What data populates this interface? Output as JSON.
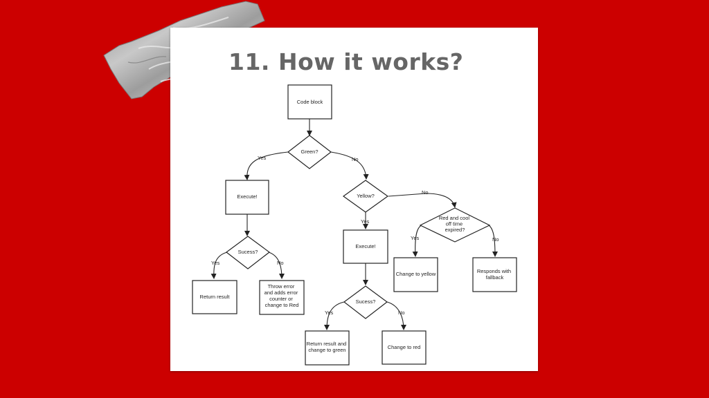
{
  "slide": {
    "title": "11. How it works?",
    "background_color": "#cc0000",
    "title_color": "#666666"
  },
  "tape": {
    "icon": "duct-tape-icon"
  },
  "flowchart": {
    "nodes": {
      "code_block": {
        "lines": [
          "Code block"
        ]
      },
      "green": {
        "lines": [
          "Green?"
        ]
      },
      "execute_left": {
        "lines": [
          "Execute!"
        ]
      },
      "success_left": {
        "lines": [
          "Sucess?"
        ]
      },
      "return_result": {
        "lines": [
          "Return result"
        ]
      },
      "throw_error": {
        "lines": [
          "Throw error",
          "and adds error",
          "counter or",
          "change to Red"
        ]
      },
      "yellow": {
        "lines": [
          "Yellow?"
        ]
      },
      "execute_mid": {
        "lines": [
          "Execute!"
        ]
      },
      "success_mid": {
        "lines": [
          "Sucess?"
        ]
      },
      "return_green": {
        "lines": [
          "Return result and",
          "change to green"
        ]
      },
      "change_red": {
        "lines": [
          "Change to red"
        ]
      },
      "red_cool": {
        "lines": [
          "Red and cool",
          "off time",
          "expired?"
        ]
      },
      "change_yellow": {
        "lines": [
          "Change to yellow"
        ]
      },
      "fallback": {
        "lines": [
          "Responds with",
          "fallback"
        ]
      }
    },
    "edge_labels": {
      "green_yes": "Yes",
      "green_no": "No",
      "success_left_yes": "Yes",
      "success_left_no": "No",
      "yellow_no": "No",
      "yellow_yes": "Yes",
      "success_mid_yes": "Yes",
      "success_mid_no": "No",
      "red_cool_yes": "Yes",
      "red_cool_no": "No"
    }
  }
}
